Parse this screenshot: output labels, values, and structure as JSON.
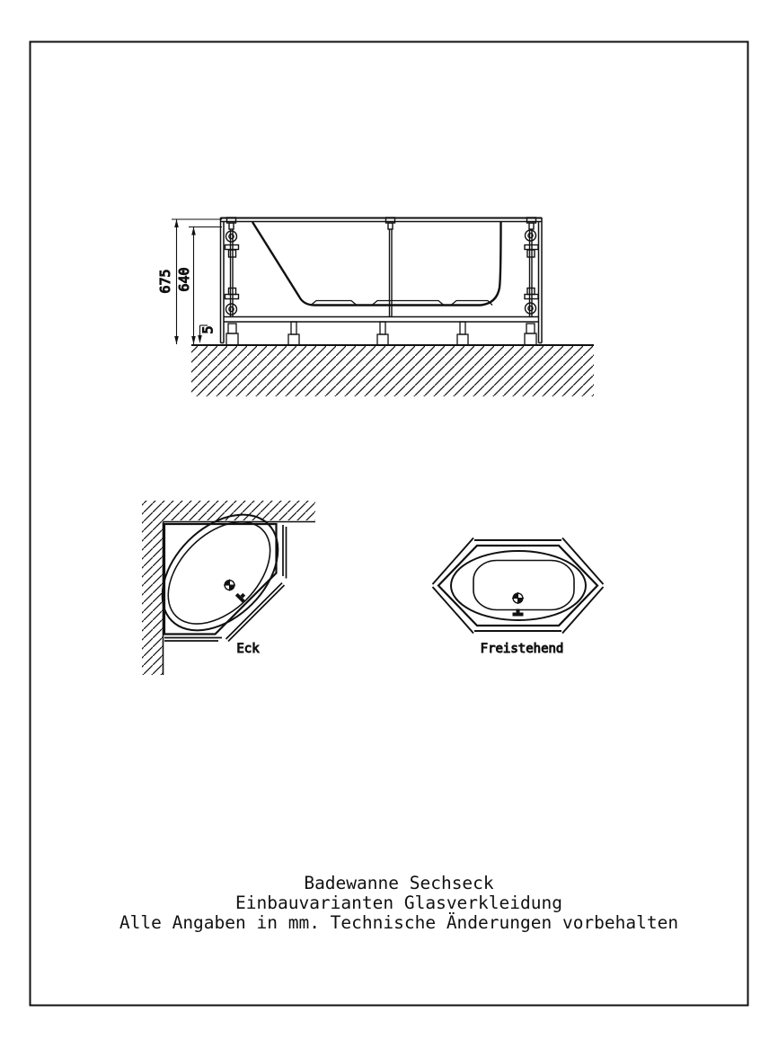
{
  "drawing": {
    "elevation": {
      "dim_total_height": "675",
      "dim_body_height": "640",
      "dim_floor_gap": "5"
    },
    "plans": {
      "corner_label": "Eck",
      "freestanding_label": "Freistehend"
    },
    "title": {
      "line1": "Badewanne Sechseck",
      "line2": "Einbauvarianten Glasverkleidung",
      "line3": "Alle Angaben in mm. Technische Änderungen vorbehalten"
    },
    "colors": {
      "ink": "#111111",
      "paper": "#ffffff"
    }
  }
}
